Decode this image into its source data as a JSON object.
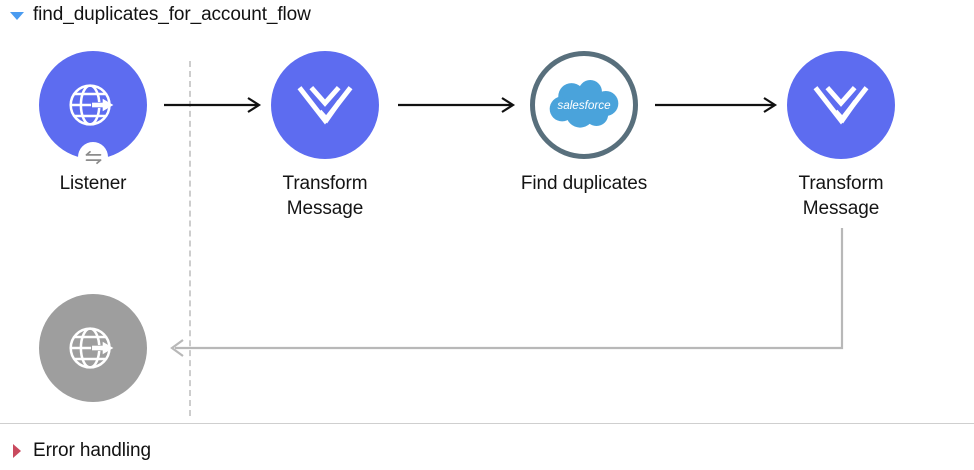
{
  "flow": {
    "title": "find_duplicates_for_account_flow",
    "disclosure_icon": "triangle-down-icon",
    "disclosure_color": "#4a9bf0",
    "expanded": "true"
  },
  "error_handling": {
    "title": "Error handling",
    "disclosure_icon": "triangle-right-icon",
    "disclosure_color": "#c94a5e",
    "expanded": "false"
  },
  "colors": {
    "node_purple": "#5d6cf0",
    "node_gray": "#9e9e9e",
    "node_outline_border": "#586f7c",
    "salesforce_blue": "#4aa3db",
    "connector_black": "#111111",
    "connector_gray": "#b8b8b8",
    "separator_dash": "#cdcdcd",
    "divider": "#cfcfcf"
  },
  "nodes": [
    {
      "id": "listener",
      "label": "Listener",
      "icon": "globe-arrow-icon",
      "style": "purple",
      "badge": "exchange-arrows-icon"
    },
    {
      "id": "transform-message-1",
      "label": "Transform\nMessage",
      "label_line1": "Transform",
      "label_line2": "Message",
      "icon": "dataweave-icon",
      "style": "purple",
      "badge": ""
    },
    {
      "id": "find-duplicates",
      "label": "Find duplicates",
      "icon": "salesforce-cloud-icon",
      "style": "outline",
      "badge": ""
    },
    {
      "id": "transform-message-2",
      "label": "Transform\nMessage",
      "label_line1": "Transform",
      "label_line2": "Message",
      "icon": "dataweave-icon",
      "style": "purple",
      "badge": ""
    },
    {
      "id": "listener-response",
      "label": "",
      "icon": "globe-arrow-icon",
      "style": "gray",
      "badge": ""
    }
  ],
  "salesforce": {
    "wordmark": "salesforce"
  },
  "connectors": [
    {
      "id": "listener-to-transform-1",
      "from": "listener",
      "to": "transform-message-1",
      "style": "solid-black-arrow"
    },
    {
      "id": "transform-1-to-find-duplicates",
      "from": "transform-message-1",
      "to": "find-duplicates",
      "style": "solid-black-arrow"
    },
    {
      "id": "find-duplicates-to-transform-2",
      "from": "find-duplicates",
      "to": "transform-message-2",
      "style": "solid-black-arrow"
    },
    {
      "id": "transform-2-to-listener-response",
      "from": "transform-message-2",
      "to": "listener-response",
      "style": "gray-return-path"
    }
  ]
}
